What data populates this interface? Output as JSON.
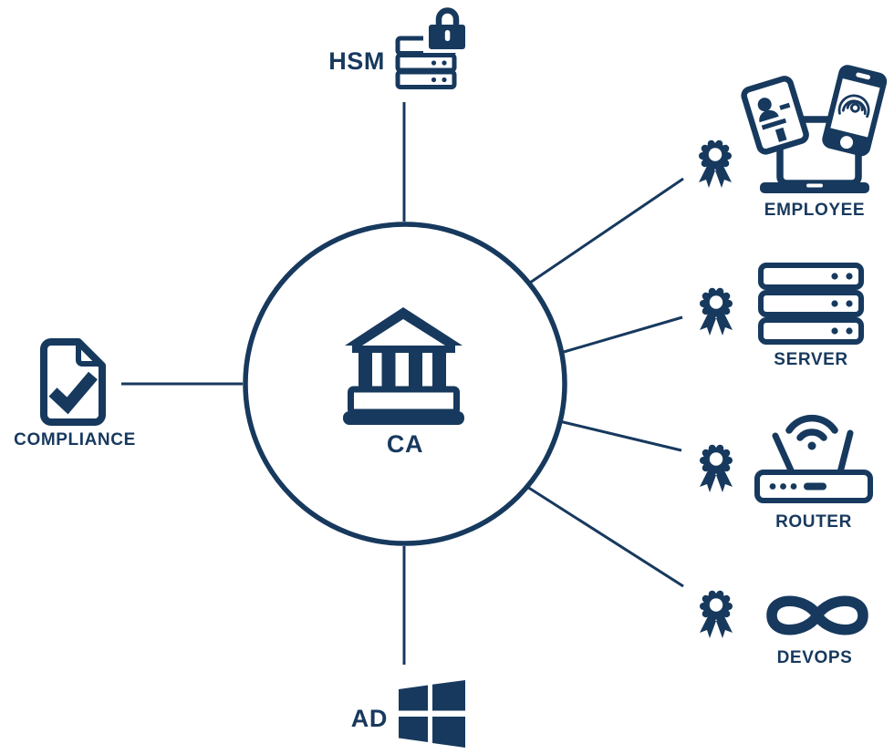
{
  "diagram": {
    "title_hint": "CA PKI architecture diagram",
    "accent_color": "#17395e",
    "background_color": "#ffffff",
    "center_node": {
      "label": "CA",
      "icon": "bank-icon"
    },
    "nodes": {
      "hsm": {
        "label": "HSM",
        "icon": "server-lock-icon"
      },
      "compliance": {
        "label": "COMPLIANCE",
        "icon": "document-check-icon"
      },
      "ad": {
        "label": "AD",
        "icon": "windows-icon"
      },
      "employee": {
        "label": "EMPLOYEE",
        "icon": "employee-devices-icon",
        "badge": "certificate-badge-icon"
      },
      "server": {
        "label": "SERVER",
        "icon": "server-rack-icon",
        "badge": "certificate-badge-icon"
      },
      "router": {
        "label": "ROUTER",
        "icon": "wifi-router-icon",
        "badge": "certificate-badge-icon"
      },
      "devops": {
        "label": "DEVOPS",
        "icon": "infinity-icon",
        "badge": "certificate-badge-icon"
      }
    },
    "connections": [
      {
        "from": "CA",
        "to": "HSM"
      },
      {
        "from": "CA",
        "to": "COMPLIANCE"
      },
      {
        "from": "CA",
        "to": "AD"
      },
      {
        "from": "CA",
        "to": "EMPLOYEE"
      },
      {
        "from": "CA",
        "to": "SERVER"
      },
      {
        "from": "CA",
        "to": "ROUTER"
      },
      {
        "from": "CA",
        "to": "DEVOPS"
      }
    ]
  }
}
